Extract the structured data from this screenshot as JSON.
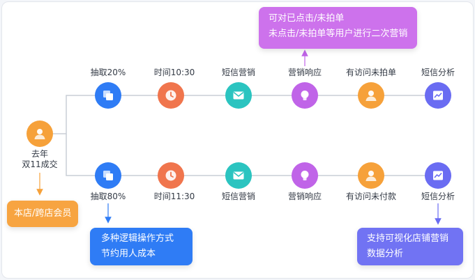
{
  "colors": {
    "blue": "#2f7cf5",
    "orange": "#f6a13a",
    "coral": "#f0754d",
    "teal": "#2bc4c0",
    "purple": "#c064e8",
    "indigo": "#6a6cf2",
    "line": "#c9ced6"
  },
  "root": {
    "line1": "去年",
    "line2": "双11成交",
    "icon": "user-icon"
  },
  "store_box": {
    "label": "本店/跨店会员"
  },
  "top_row": {
    "steps": [
      {
        "label": "抽取20%",
        "icon": "copy-icon"
      },
      {
        "label": "时间10:30",
        "icon": "clock-icon"
      },
      {
        "label": "短信营销",
        "icon": "mail-icon"
      },
      {
        "label": "营销响应",
        "icon": "bulb-icon"
      },
      {
        "label": "有访问未拍单",
        "icon": "user-icon"
      },
      {
        "label": "短信分析",
        "icon": "chart-icon"
      }
    ]
  },
  "bottom_row": {
    "steps": [
      {
        "label": "抽取80%",
        "icon": "copy-icon"
      },
      {
        "label": "时间11:30",
        "icon": "clock-icon"
      },
      {
        "label": "短信营销",
        "icon": "mail-icon"
      },
      {
        "label": "营销响应",
        "icon": "bulb-icon"
      },
      {
        "label": "有访问未付款",
        "icon": "user-icon"
      },
      {
        "label": "短信分析",
        "icon": "chart-icon"
      }
    ]
  },
  "callouts": {
    "top": {
      "line1": "可对已点击/未拍单",
      "line2": "未点击/未拍单等用户进行二次营销"
    },
    "logic": {
      "line1": "多种逻辑操作方式",
      "line2": "节约用人成本"
    },
    "visual": {
      "line1": "支持可视化店铺营销",
      "line2": "数据分析"
    }
  }
}
